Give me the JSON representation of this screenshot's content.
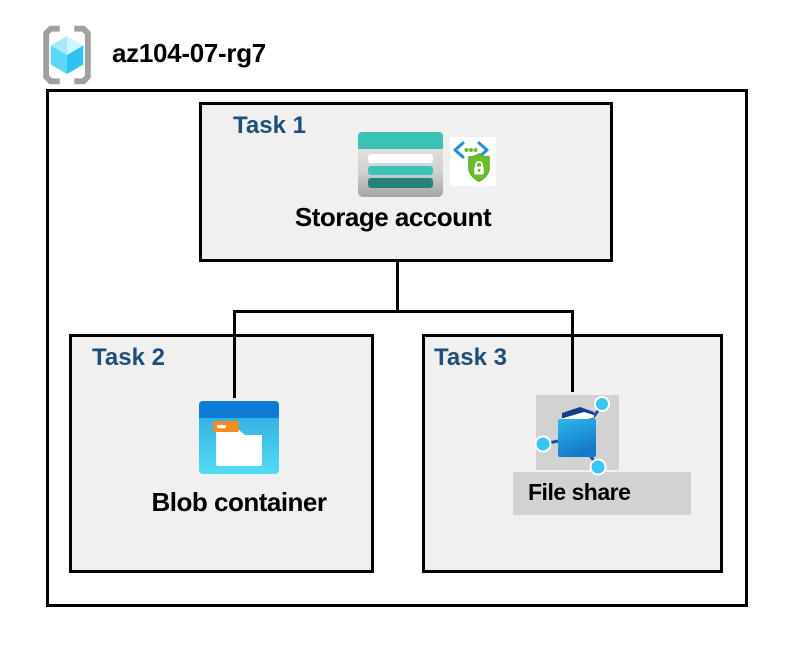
{
  "diagram": {
    "title": "az104-07-rg7",
    "tasks": [
      {
        "label": "Task 1",
        "item": "Storage account",
        "icons": [
          "storage-account-icon",
          "sas-lock-icon"
        ]
      },
      {
        "label": "Task 2",
        "item": "Blob container",
        "icons": [
          "blob-container-icon"
        ]
      },
      {
        "label": "Task 3",
        "item": "File share",
        "icons": [
          "file-share-icon"
        ]
      }
    ],
    "connections": [
      {
        "from": "Storage account",
        "to": "Blob container"
      },
      {
        "from": "Storage account",
        "to": "File share"
      }
    ],
    "colors": {
      "task_label_navy": "#1f4e79",
      "task_box_background": "#f0f0f0",
      "box_border": "#000000",
      "canvas_background": "#ffffff",
      "storage_teal": "#3bc2b4",
      "storage_teal_dark": "#26837a",
      "blob_title_blue": "#0e7cd6",
      "blob_body_cyan": "#52dbf2",
      "folder_tab_orange": "#f68c1f",
      "sas_bracket_blue": "#1e8fe3",
      "sas_shield_green": "#69be28",
      "file_share_gray": "#d2d2d2",
      "file_share_navy": "#123e8c",
      "network_node_cyan": "#35c8f4",
      "rg_bracket_gray": "#a0a0a0",
      "rg_cube_cyan": "#2fc3f1"
    }
  }
}
